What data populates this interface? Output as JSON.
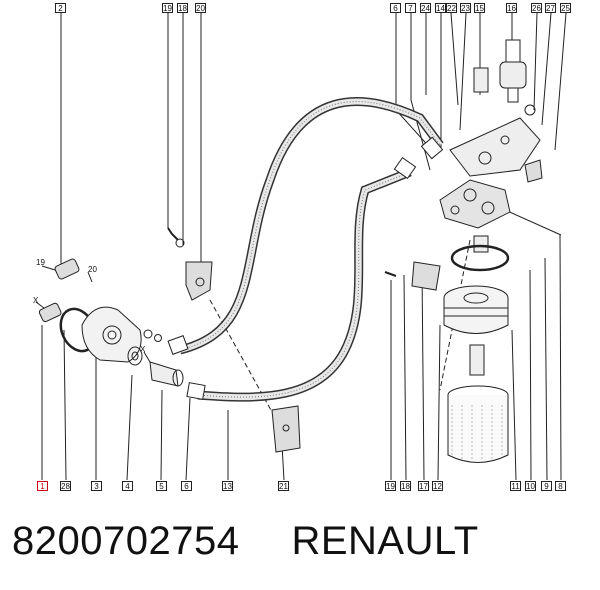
{
  "diagram": {
    "callouts_top": [
      "2",
      "19",
      "18",
      "20",
      "6",
      "7",
      "24",
      "14",
      "22",
      "23",
      "15",
      "16",
      "26",
      "27",
      "25"
    ],
    "callouts_bottom": [
      "1",
      "28",
      "3",
      "4",
      "5",
      "6",
      "13",
      "21",
      "19",
      "18",
      "17",
      "12",
      "11",
      "10",
      "9",
      "8"
    ],
    "highlighted_callout": "1",
    "dimension_labels": [
      "19",
      "20",
      "X",
      "X"
    ]
  },
  "caption": {
    "part_number": "8200702754",
    "brand": "RENAULT"
  },
  "colors": {
    "highlight": "#d0021b",
    "ink": "#222222"
  }
}
